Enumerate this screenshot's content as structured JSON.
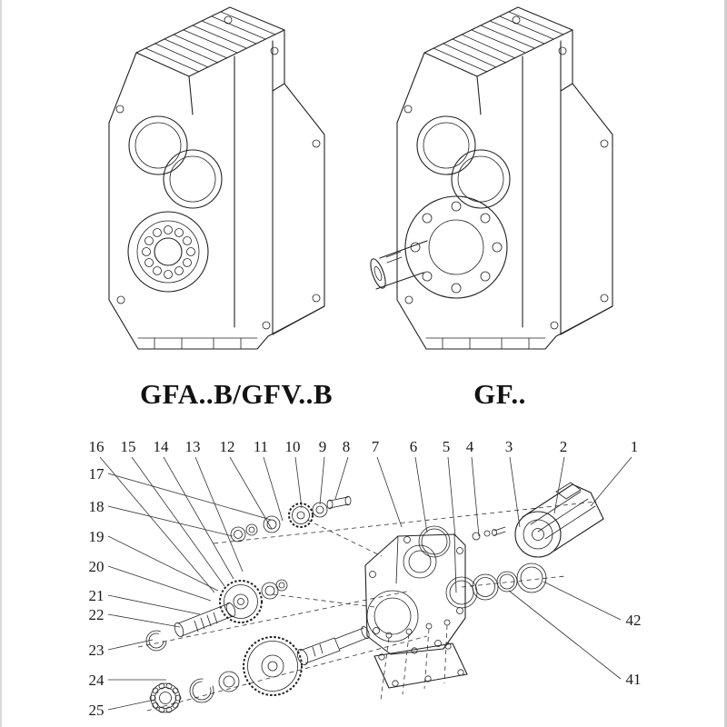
{
  "page": {
    "background": "#ffffff",
    "line_color": "#222222"
  },
  "models": {
    "left_label": "GFA..B/GFV..B",
    "right_label": "GF.."
  },
  "callouts": {
    "top_row": [
      "16",
      "15",
      "14",
      "13",
      "12",
      "11",
      "10",
      "9",
      "8",
      "7",
      "6",
      "5",
      "4",
      "3",
      "2",
      "1"
    ],
    "left_column": [
      "17",
      "18",
      "19",
      "20",
      "21",
      "22",
      "23",
      "24",
      "25"
    ],
    "right_column": [
      "42",
      "41"
    ]
  }
}
